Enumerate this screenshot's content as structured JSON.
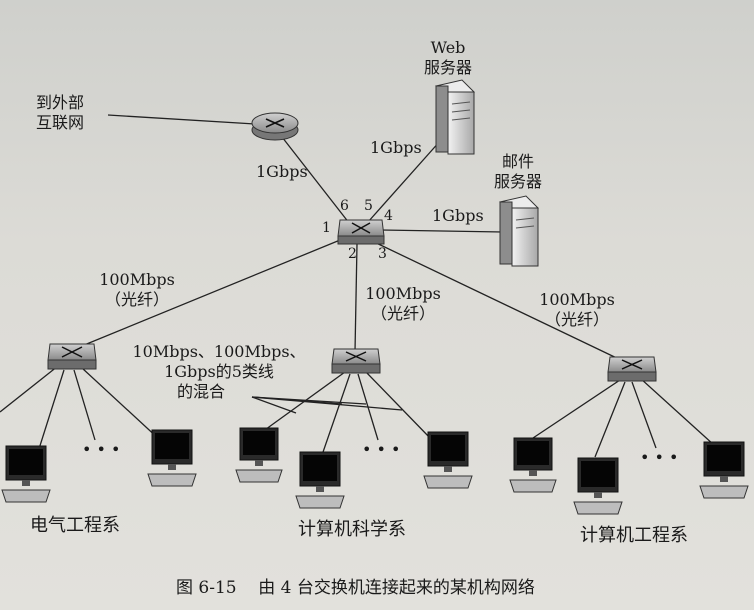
{
  "labels": {
    "external_line1": "到外部",
    "external_line2": "互联网",
    "web_line1": "Web",
    "web_line2": "服务器",
    "mail_line1": "邮件",
    "mail_line2": "服务器",
    "link_router": "1Gbps",
    "link_web": "1Gbps",
    "link_mail": "1Gbps",
    "port1": "1",
    "port2": "2",
    "port3": "3",
    "port4": "4",
    "port5": "5",
    "port6": "6",
    "link_left_speed": "100Mbps",
    "link_left_medium": "（光纤）",
    "link_mid_speed": "100Mbps",
    "link_mid_medium": "（光纤）",
    "link_right_speed": "100Mbps",
    "link_right_medium": "（光纤）",
    "mixed_line1": "10Mbps、100Mbps、",
    "mixed_line2": "1Gbps的5类线",
    "mixed_line3": "的混合",
    "dept_ee": "电气工程系",
    "dept_cs": "计算机科学系",
    "dept_ce": "计算机工程系",
    "ellipsis": "• • •"
  },
  "caption": {
    "number": "图 6-15",
    "text": "由 4 台交换机连接起来的某机构网络"
  }
}
